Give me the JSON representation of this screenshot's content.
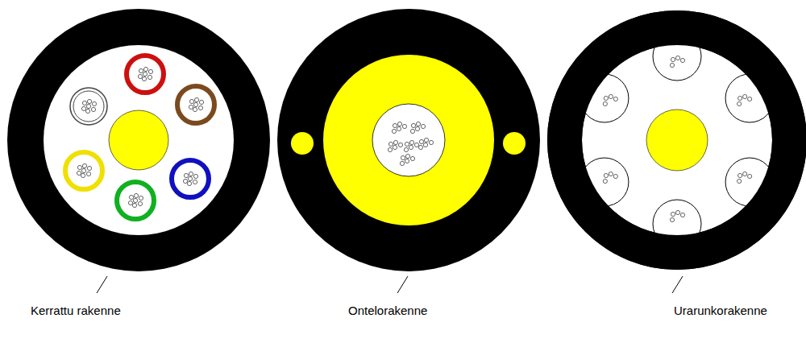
{
  "diagram": {
    "labels": [
      "Kerrattu rakenne",
      "Ontelorakenne",
      "Urarunkorakenne"
    ]
  }
}
